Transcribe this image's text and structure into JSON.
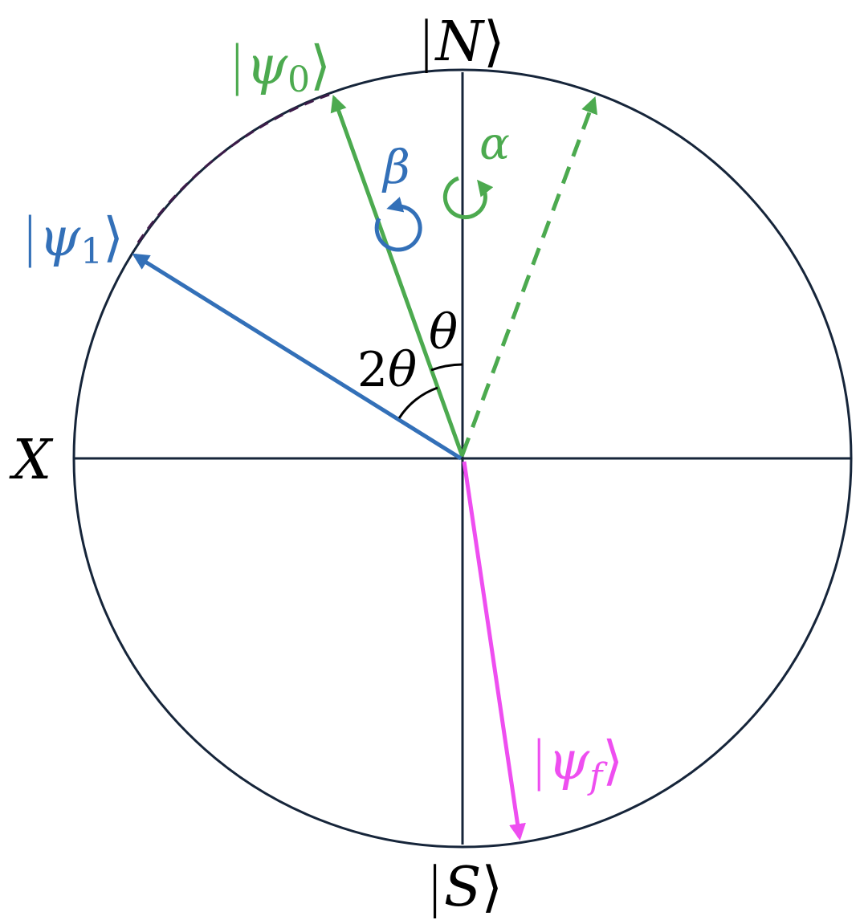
{
  "colors": {
    "frame": "#16253a",
    "green": "#4caa4f",
    "blue": "#3370b8",
    "magenta": "#ee4ef0",
    "dark_purple": "#3d1b49",
    "text": "#000000"
  },
  "labels": {
    "north": {
      "open": "|",
      "symbol": "N",
      "close": "⟩"
    },
    "south": {
      "open": "|",
      "symbol": "S",
      "close": "⟩"
    },
    "x_axis": "X",
    "psi0": {
      "open": "|",
      "symbol": "ψ",
      "sub": "0",
      "close": "⟩"
    },
    "psi1": {
      "open": "|",
      "symbol": "ψ",
      "sub": "1",
      "close": "⟩"
    },
    "psif": {
      "open": "|",
      "symbol": "ψ",
      "sub": "f",
      "close": "⟩"
    },
    "alpha": "α",
    "beta": "β",
    "theta": "θ",
    "two_theta": {
      "coef": "2",
      "symbol": "θ"
    }
  },
  "icons": {
    "alpha_rotation": "rotation-arrow-icon",
    "beta_rotation": "rotation-arrow-icon"
  }
}
